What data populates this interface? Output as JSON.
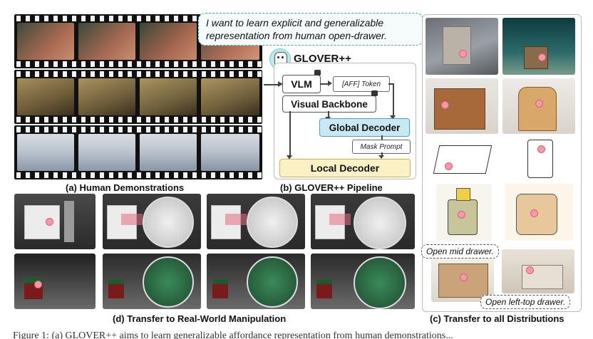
{
  "panel_a": {
    "caption": "(a) Human Demonstrations"
  },
  "panel_b": {
    "caption": "(b) GLOVER++ Pipeline",
    "speech": "I want to learn explicit and generalizable representation from human open-drawer.",
    "model_name": "GLOVER++",
    "vlm": "VLM",
    "aff_token": "[AFF] Token",
    "visual_backbone": "Visual Backbone",
    "global_decoder": "Global Decoder",
    "mask_prompt": "Mask Prompt",
    "local_decoder": "Local Decoder"
  },
  "panel_c": {
    "caption": "(c) Transfer to all Distributions",
    "callout_1": "Open mid drawer.",
    "callout_2": "Open left-top drawer."
  },
  "panel_d": {
    "caption": "(d) Transfer to Real-World Manipulation"
  },
  "footer_text": "Figure 1: (a) GLOVER++ aims to learn generalizable affordance representation from human demonstrations..."
}
